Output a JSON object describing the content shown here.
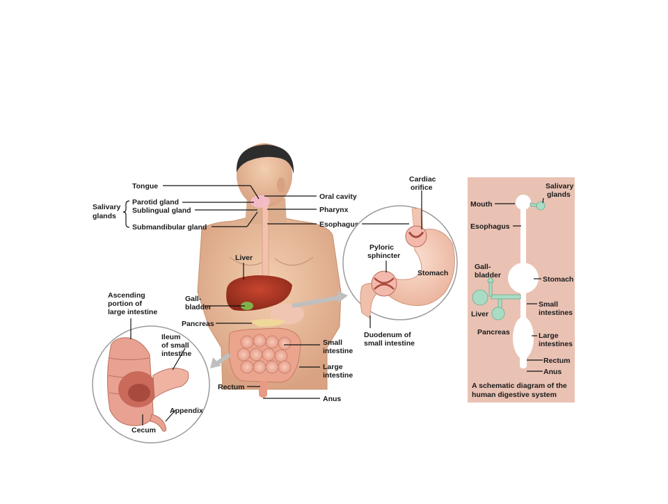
{
  "main_figure": {
    "labels": {
      "tongue": "Tongue",
      "salivary_glands_line1": "Salivary",
      "salivary_glands_line2": "glands",
      "parotid_gland": "Parotid gland",
      "sublingual_gland": "Sublingual gland",
      "submandibular_gland": "Submandibular gland",
      "oral_cavity": "Oral cavity",
      "pharynx": "Pharynx",
      "esophagus": "Esophagus",
      "liver": "Liver",
      "gallbladder_line1": "Gall-",
      "gallbladder_line2": "bladder",
      "pancreas": "Pancreas",
      "small_intestine_line1": "Small",
      "small_intestine_line2": "intestine",
      "large_intestine_line1": "Large",
      "large_intestine_line2": "intestine",
      "rectum": "Rectum",
      "anus": "Anus"
    }
  },
  "intestine_inset": {
    "labels": {
      "ascending_line1": "Ascending",
      "ascending_line2": "portion of",
      "ascending_line3": "large intestine",
      "ileum_line1": "Ileum",
      "ileum_line2": "of small",
      "ileum_line3": "intestine",
      "appendix": "Appendix",
      "cecum": "Cecum"
    }
  },
  "stomach_inset": {
    "labels": {
      "cardiac_line1": "Cardiac",
      "cardiac_line2": "orifice",
      "pyloric_line1": "Pyloric",
      "pyloric_line2": "sphincter",
      "stomach": "Stomach",
      "duodenum_line1": "Duodenum of",
      "duodenum_line2": "small intestine"
    }
  },
  "schematic": {
    "labels": {
      "salivary_line1": "Salivary",
      "salivary_line2": "glands",
      "mouth": "Mouth",
      "esophagus": "Esophagus",
      "gallbladder_line1": "Gall-",
      "gallbladder_line2": "bladder",
      "stomach": "Stomach",
      "liver": "Liver",
      "small_line1": "Small",
      "small_line2": "intestines",
      "pancreas": "Pancreas",
      "large_line1": "Large",
      "large_line2": "intestines",
      "rectum": "Rectum",
      "anus": "Anus"
    },
    "caption_line1": "A schematic diagram of the",
    "caption_line2": "human digestive system",
    "colors": {
      "panel": "#e9c2b4",
      "gland": "#a9dcc4",
      "tract": "#ffffff"
    }
  }
}
